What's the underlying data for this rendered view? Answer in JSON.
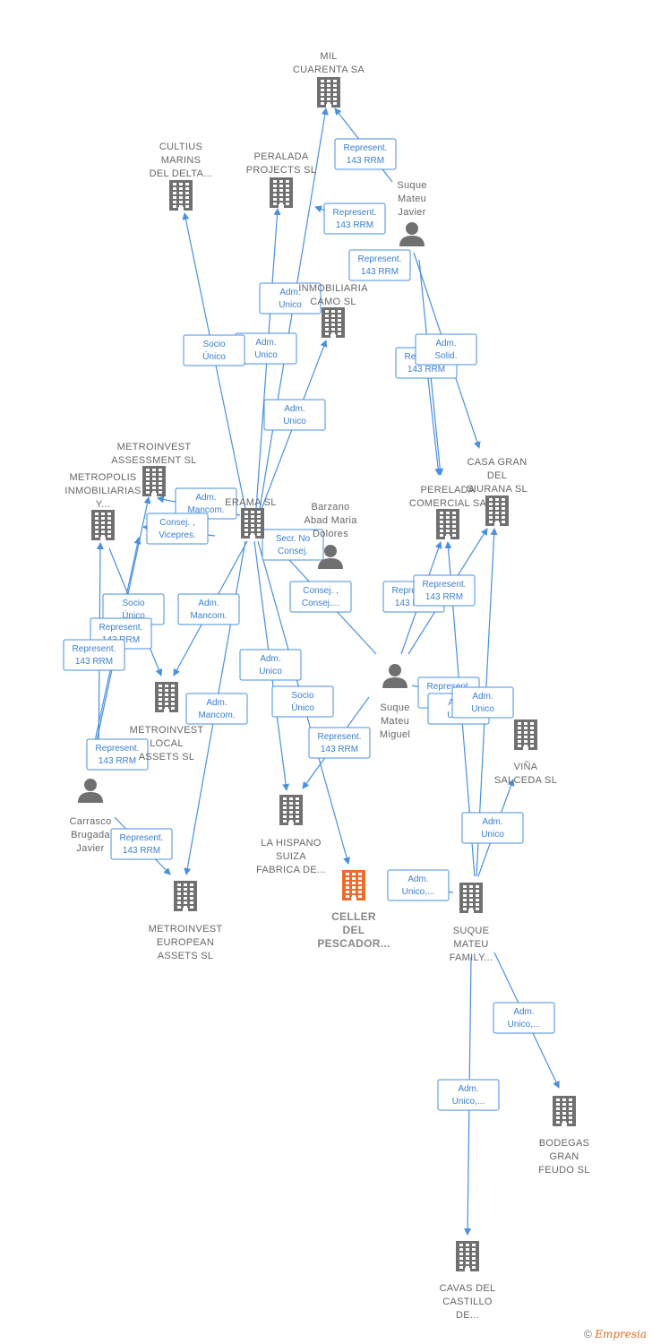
{
  "colors": {
    "company": "#707070",
    "focus": "#f06a2c",
    "person": "#707070",
    "edge": "#4a8fe0"
  },
  "nodes": [
    {
      "id": "mil",
      "type": "company",
      "lines": [
        "MIL",
        "CUARENTA SA"
      ]
    },
    {
      "id": "cultius",
      "type": "company",
      "lines": [
        "CULTIUS",
        "MARINS",
        "DEL DELTA..."
      ]
    },
    {
      "id": "peralada_projects",
      "type": "company",
      "lines": [
        "PERALADA",
        "PROJECTS  SL"
      ]
    },
    {
      "id": "suque_javier",
      "type": "person",
      "lines": [
        "Suque",
        "Mateu",
        "Javier"
      ]
    },
    {
      "id": "inmobiliaria",
      "type": "company",
      "lines": [
        "INMOBILIARIA",
        "CAMO SL"
      ]
    },
    {
      "id": "metroinvest_assessment",
      "type": "company",
      "lines": [
        "METROINVEST",
        "ASSESSMENT SL"
      ]
    },
    {
      "id": "metropolis",
      "type": "company",
      "lines": [
        "METROPOLIS",
        "INMOBILIARIAS",
        "Y..."
      ]
    },
    {
      "id": "erama",
      "type": "company",
      "lines": [
        "ERAMA  SL"
      ]
    },
    {
      "id": "barzano",
      "type": "person",
      "lines": [
        "Barzano",
        "Abad Maria",
        "Dolores"
      ]
    },
    {
      "id": "perelada_comercial",
      "type": "company",
      "lines": [
        "PERELADA",
        "COMERCIAL SA"
      ]
    },
    {
      "id": "casa_gran",
      "type": "company",
      "lines": [
        "CASA GRAN",
        "DEL",
        "SIURANA SL"
      ]
    },
    {
      "id": "metroinvest_local",
      "type": "company",
      "lines": [
        "METROINVEST",
        "LOCAL",
        "ASSETS SL"
      ]
    },
    {
      "id": "suque_miguel",
      "type": "person",
      "lines": [
        "Suque",
        "Mateu",
        "Miguel"
      ]
    },
    {
      "id": "vina_salceda",
      "type": "company",
      "lines": [
        "VIÑA",
        "SALCEDA SL"
      ]
    },
    {
      "id": "carrasco",
      "type": "person",
      "lines": [
        "Carrasco",
        "Brugada",
        "Javier"
      ]
    },
    {
      "id": "hispano",
      "type": "company",
      "lines": [
        "LA HISPANO",
        "SUIZA",
        "FABRICA DE..."
      ]
    },
    {
      "id": "celler",
      "type": "focus",
      "lines": [
        "CELLER",
        "DEL",
        "PESCADOR..."
      ]
    },
    {
      "id": "suque_family",
      "type": "company",
      "lines": [
        "SUQUE",
        "MATEU",
        "FAMILY..."
      ]
    },
    {
      "id": "metroinvest_european",
      "type": "company",
      "lines": [
        "METROINVEST",
        "EUROPEAN",
        "ASSETS SL"
      ]
    },
    {
      "id": "bodegas",
      "type": "company",
      "lines": [
        "BODEGAS",
        "GRAN",
        "FEUDO  SL"
      ]
    },
    {
      "id": "cavas",
      "type": "company",
      "lines": [
        "CAVAS DEL",
        "CASTILLO",
        "DE..."
      ]
    }
  ],
  "edges": [
    {
      "from": "suque_javier",
      "to": "mil",
      "lines": [
        "Represent.",
        "143 RRM"
      ]
    },
    {
      "from": "suque_javier",
      "to": "peralada_projects",
      "lines": [
        "Represent.",
        "143 RRM"
      ]
    },
    {
      "from": "suque_javier",
      "to": "perelada_comercial",
      "lines": [
        "Represent.",
        "143 RRM"
      ]
    },
    {
      "from": "suque_javier",
      "to": "perelada_comercial",
      "lines": [
        "Represent.",
        "143 RRM"
      ]
    },
    {
      "from": "suque_javier",
      "to": "casa_gran",
      "lines": [
        "Adm.",
        "Solid."
      ]
    },
    {
      "from": "erama",
      "to": "mil",
      "lines": [
        "Adm.",
        "Unico"
      ]
    },
    {
      "from": "erama",
      "to": "peralada_projects",
      "lines": [
        "Adm.",
        "Unico"
      ]
    },
    {
      "from": "erama",
      "to": "cultius",
      "lines": [
        "Socio",
        "Único"
      ]
    },
    {
      "from": "erama",
      "to": "inmobiliaria",
      "lines": [
        "Adm.",
        "Unico"
      ]
    },
    {
      "from": "erama",
      "to": "metroinvest_assessment",
      "lines": [
        "Adm.",
        "Mancom."
      ]
    },
    {
      "from": "erama",
      "to": "metropolis",
      "lines": [
        "Consej. ,",
        "Vicepres."
      ]
    },
    {
      "from": "erama",
      "to": "metroinvest_local",
      "lines": [
        "Adm.",
        "Mancom."
      ]
    },
    {
      "from": "erama",
      "to": "metroinvest_european",
      "lines": [
        "Adm.",
        "Mancom."
      ]
    },
    {
      "from": "erama",
      "to": "hispano",
      "lines": [
        "Adm.",
        "Unico"
      ]
    },
    {
      "from": "erama",
      "to": "celler",
      "lines": [
        "Socio",
        "Único"
      ]
    },
    {
      "from": "barzano",
      "to": "erama",
      "lines": [
        "Secr.  No",
        "Consej."
      ]
    },
    {
      "from": "suque_miguel",
      "to": "erama",
      "lines": [
        "Consej. ,",
        "Consej...."
      ]
    },
    {
      "from": "suque_miguel",
      "to": "perelada_comercial",
      "lines": [
        "Represent.",
        "143 RRM"
      ]
    },
    {
      "from": "suque_miguel",
      "to": "casa_gran",
      "lines": [
        "Represent.",
        "143 RRM"
      ]
    },
    {
      "from": "suque_miguel",
      "to": "suque_family",
      "lines": [
        "Represent.",
        "143 RRM"
      ]
    },
    {
      "from": "suque_miguel",
      "to": "hispano",
      "lines": [
        "Represent.",
        "143 RRM"
      ]
    },
    {
      "from": "carrasco",
      "to": "metroinvest_assessment",
      "lines": [
        "Socio",
        "Único"
      ]
    },
    {
      "from": "carrasco",
      "to": "metroinvest_local",
      "lines": [
        "Represent.",
        "143 RRM"
      ]
    },
    {
      "from": "carrasco",
      "to": "metropolis",
      "lines": [
        "Represent.",
        "143 RRM"
      ]
    },
    {
      "from": "carrasco",
      "to": "metroinvest_local",
      "lines": [
        "Represent.",
        "143 RRM"
      ]
    },
    {
      "from": "carrasco",
      "to": "metroinvest_european",
      "lines": [
        "Represent.",
        "143 RRM"
      ]
    },
    {
      "from": "suque_family",
      "to": "perelada_comercial",
      "lines": [
        "Adm.",
        "Unico"
      ]
    },
    {
      "from": "suque_family",
      "to": "casa_gran",
      "lines": [
        "Adm.",
        "Unico"
      ]
    },
    {
      "from": "suque_family",
      "to": "vina_salceda",
      "lines": [
        "Adm.",
        "Unico"
      ]
    },
    {
      "from": "suque_family",
      "to": "celler",
      "lines": [
        "Adm.",
        "Unico,..."
      ]
    },
    {
      "from": "suque_family",
      "to": "bodegas",
      "lines": [
        "Adm.",
        "Unico,..."
      ]
    },
    {
      "from": "suque_family",
      "to": "cavas",
      "lines": [
        "Adm.",
        "Unico,..."
      ]
    }
  ],
  "footer": {
    "copyright": "©",
    "brand": "Empresia"
  }
}
